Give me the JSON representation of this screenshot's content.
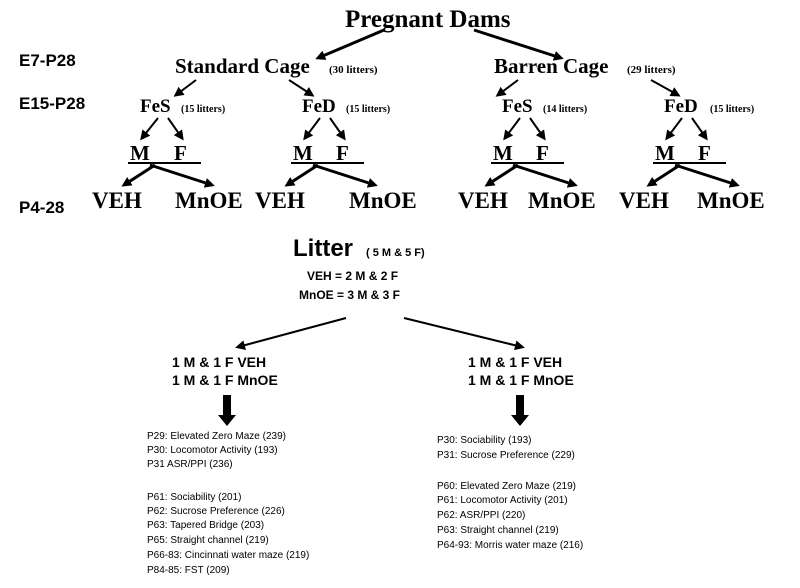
{
  "root": "Pregnant Dams",
  "time_labels": {
    "row1": "E7-P28",
    "row2": "E15-P28",
    "row3": "P4-28"
  },
  "cages": [
    {
      "label": "Standard Cage",
      "litters": "(30 litters)",
      "diets": [
        {
          "label": "FeS",
          "litters": "(15 litters)"
        },
        {
          "label": "FeD",
          "litters": "(15 litters)"
        }
      ]
    },
    {
      "label": "Barren Cage",
      "litters": "(29 litters)",
      "diets": [
        {
          "label": "FeS",
          "litters": "(14 litters)"
        },
        {
          "label": "FeD",
          "litters": "(15 litters)"
        }
      ]
    }
  ],
  "sex_labels": {
    "male": "M",
    "female": "F"
  },
  "treatments": {
    "veh": "VEH",
    "mnoe": "MnOE"
  },
  "litter": {
    "title": "Litter",
    "composition": "( 5 M & 5 F)",
    "veh_split": "VEH = 2 M & 2 F",
    "mnoe_split": "MnOE = 3 M & 3 F"
  },
  "cohorts": [
    {
      "line1": "1 M & 1 F VEH",
      "line2": "1 M & 1 F MnOE",
      "tests_block1": [
        "P29: Elevated Zero Maze (239)",
        "P30: Locomotor Activity (193)",
        "P31 ASR/PPI (236)"
      ],
      "tests_block2": [
        "P61: Sociability  (201)",
        "P62: Sucrose Preference (226)",
        "P63: Tapered Bridge (203)",
        "P65: Straight channel (219)",
        "P66-83: Cincinnati water maze (219)",
        "P84-85: FST (209)"
      ]
    },
    {
      "line1": "1 M & 1 F VEH",
      "line2": "1 M & 1 F MnOE",
      "tests_block1": [
        "P30: Sociability (193)",
        "P31: Sucrose Preference (229)"
      ],
      "tests_block2": [
        "P60: Elevated Zero Maze (219)",
        "P61: Locomotor Activity (201)",
        "P62: ASR/PPI (220)",
        "P63: Straight channel (219)",
        "P64-93: Morris water maze (216)"
      ]
    }
  ]
}
